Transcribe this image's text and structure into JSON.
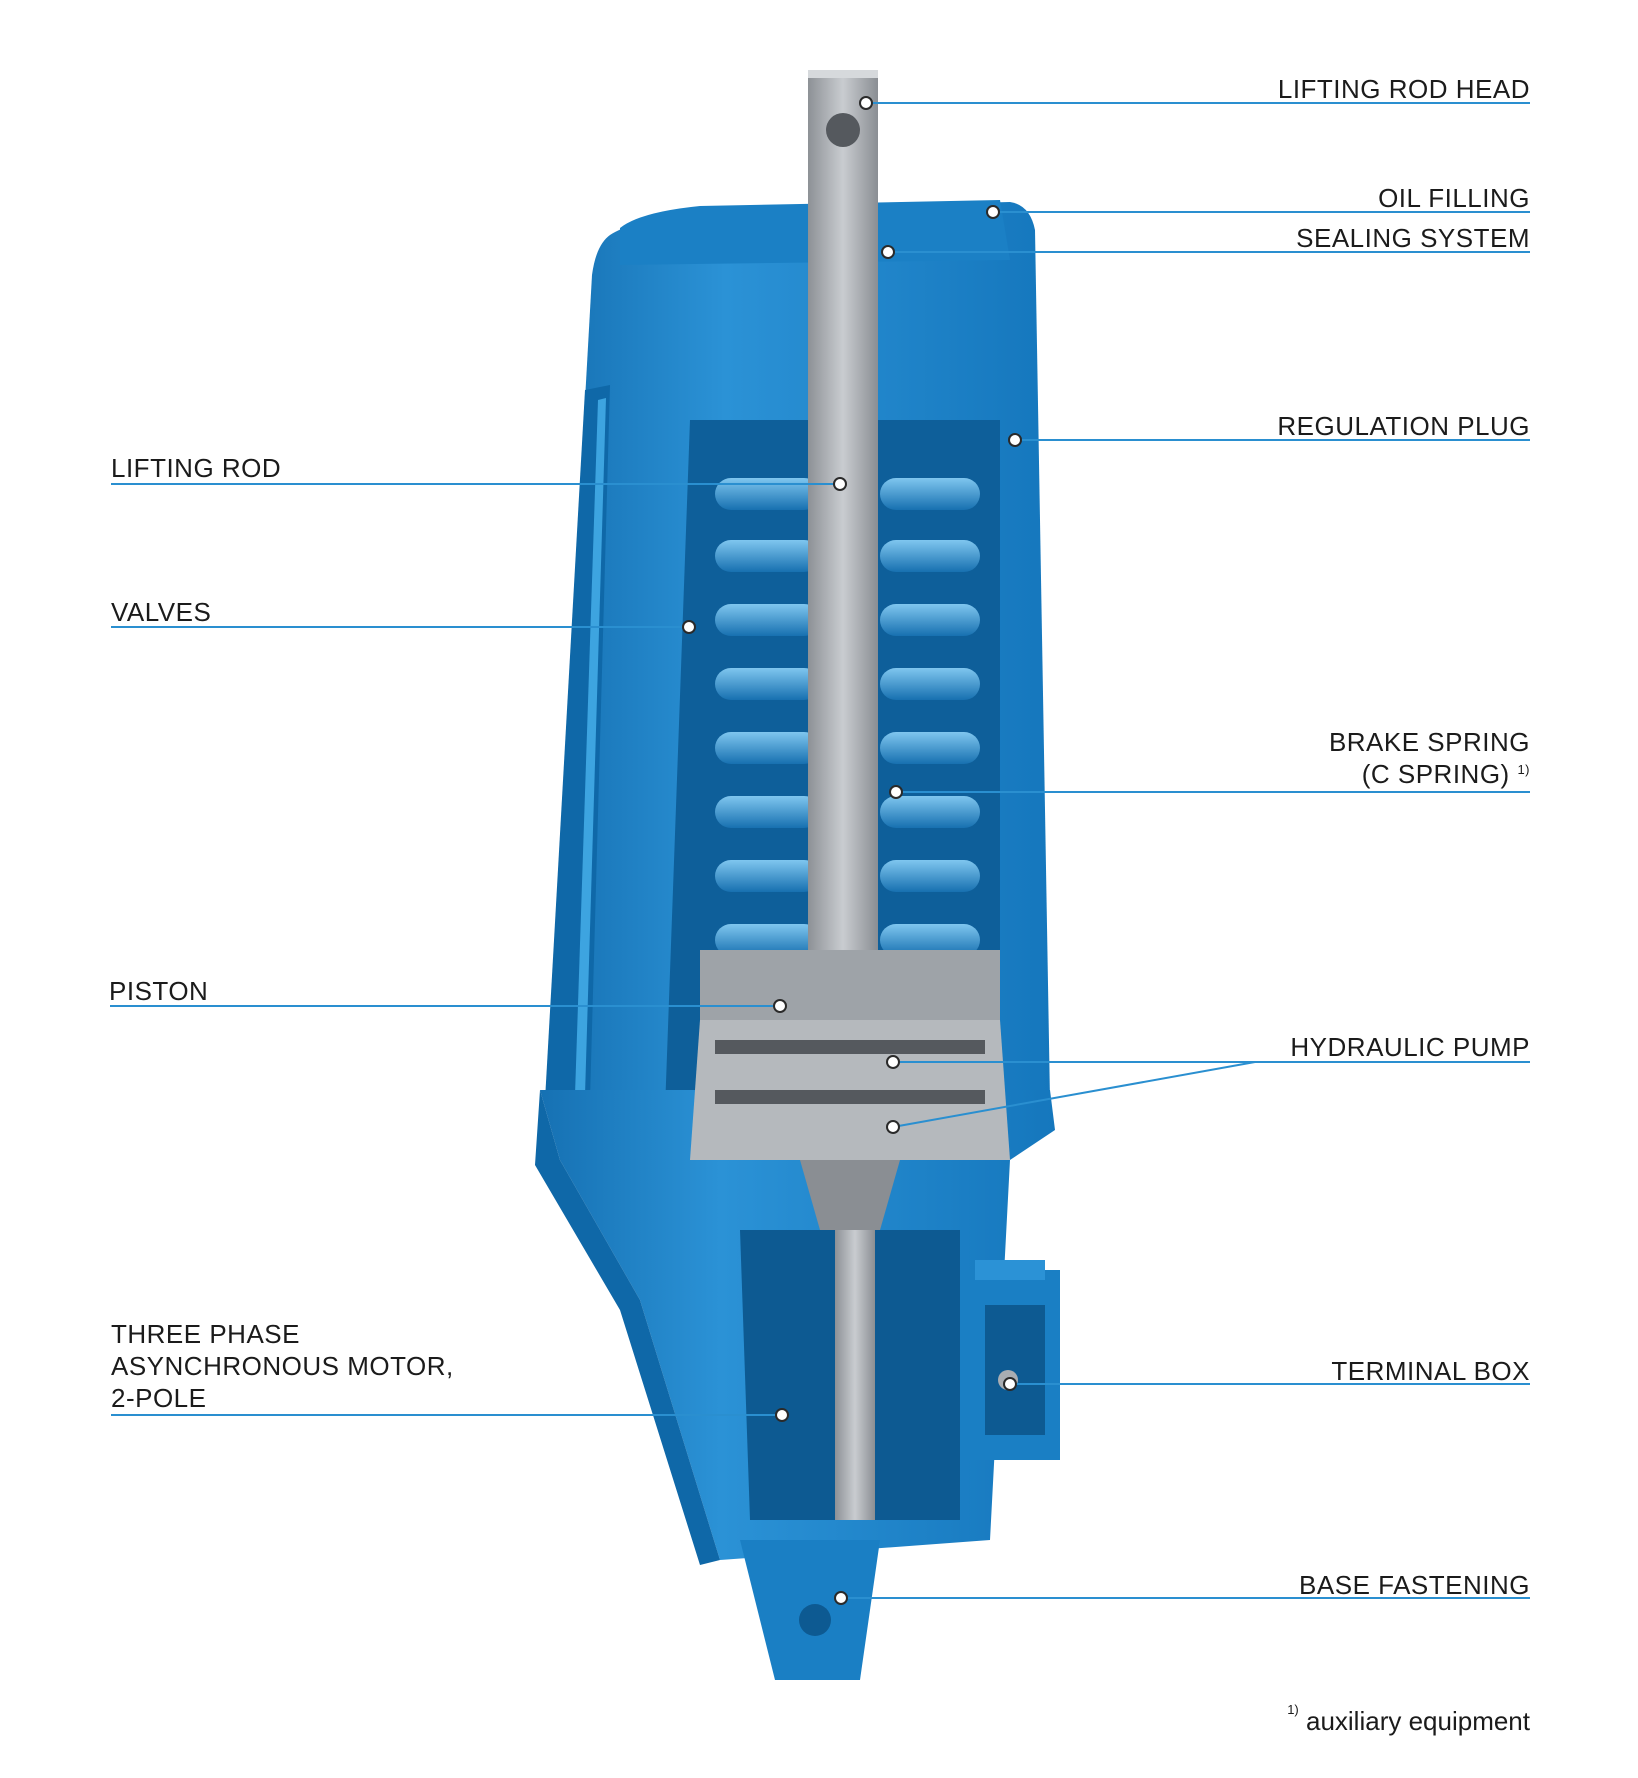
{
  "labels": {
    "lifting_rod_head": "LIFTING ROD HEAD",
    "oil_filling": "OIL FILLING",
    "sealing_system": "SEALING SYSTEM",
    "regulation_plug": "REGULATION PLUG",
    "lifting_rod": "LIFTING ROD",
    "valves": "VALVES",
    "brake_spring_1": "BRAKE SPRING",
    "brake_spring_2": "(C SPRING)",
    "brake_spring_sup": "1)",
    "piston": "PISTON",
    "hydraulic_pump": "HYDRAULIC PUMP",
    "motor_1": "THREE PHASE",
    "motor_2": "ASYNCHRONOUS MOTOR,",
    "motor_3": "2-POLE",
    "terminal_box": "TERMINAL BOX",
    "base_fastening": "BASE FASTENING"
  },
  "footnote": {
    "sup": "1)",
    "text": "auxiliary equipment"
  },
  "colors": {
    "body_blue": "#1a7fc4",
    "body_blue_dark": "#0e5e98",
    "body_blue_light": "#3aa0dc",
    "steel": "#a9adb2",
    "steel_dark": "#6f7479",
    "leader": "#2a8fd0"
  }
}
